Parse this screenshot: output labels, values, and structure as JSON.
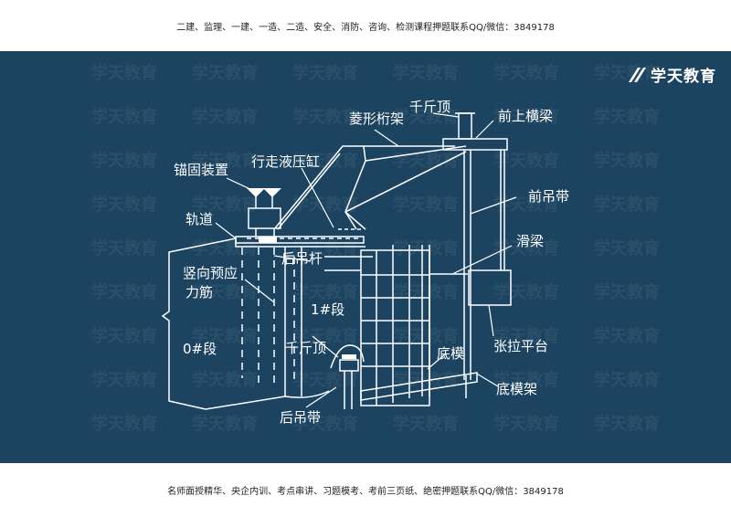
{
  "top_banner": "二建、监理、一建、一造、二造、安全、消防、咨询、检测课程押题联系QQ/微信：3849178",
  "bottom_banner": "名师面授精华、央企内训、考点串讲、习题模考、考前三页纸、绝密押题联系QQ/微信：3849178",
  "brand": {
    "name": "学天教育",
    "watermark": "学天教育"
  },
  "labels": {
    "rhombic_truss": "菱形桁架",
    "jack_top": "千斤顶",
    "front_crossbeam": "前上横梁",
    "anchor_device": "锚固装置",
    "travel_cylinder": "行走液压缸",
    "front_hanger": "前吊带",
    "track": "轨道",
    "slide_beam": "滑梁",
    "rear_hanger_rod": "后吊杆",
    "prestress_1": "竖向预应",
    "prestress_2": "力筋",
    "segment_1": "1#段",
    "segment_0": "0#段",
    "jack_bottom": "千斤顶",
    "tension_platform": "张拉平台",
    "bottom_form": "底模",
    "bottom_form_frame": "底模架",
    "rear_hanger": "后吊带"
  },
  "colors": {
    "slide_bg": "#1c4460",
    "line": "#ffffff"
  }
}
